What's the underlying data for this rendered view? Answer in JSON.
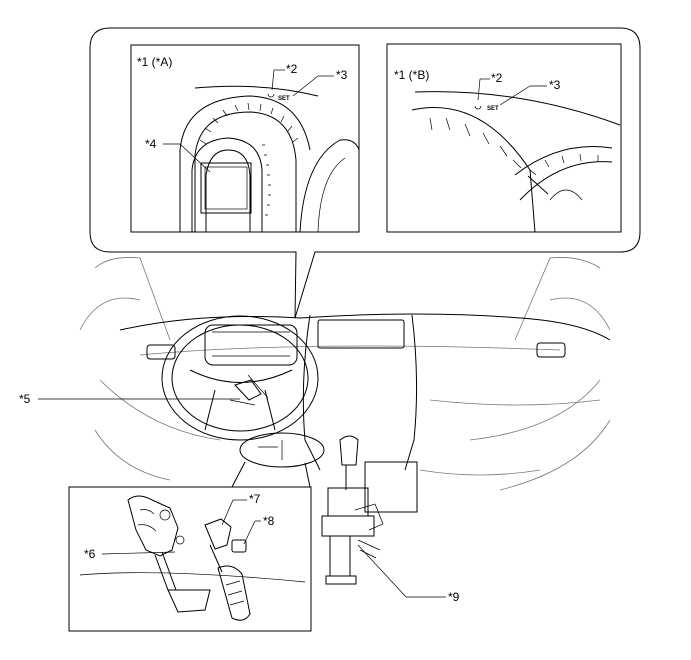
{
  "labels": {
    "inset_a_title": "*1 (*A)",
    "inset_b_title": "*1 (*B)",
    "l2_a": "*2",
    "l3_a": "*3",
    "l2_b": "*2",
    "l3_b": "*3",
    "l4": "*4",
    "l5": "*5",
    "l6": "*6",
    "l7": "*7",
    "l8": "*8",
    "l9": "*9",
    "set_a": "SET",
    "set_b": "SET"
  }
}
